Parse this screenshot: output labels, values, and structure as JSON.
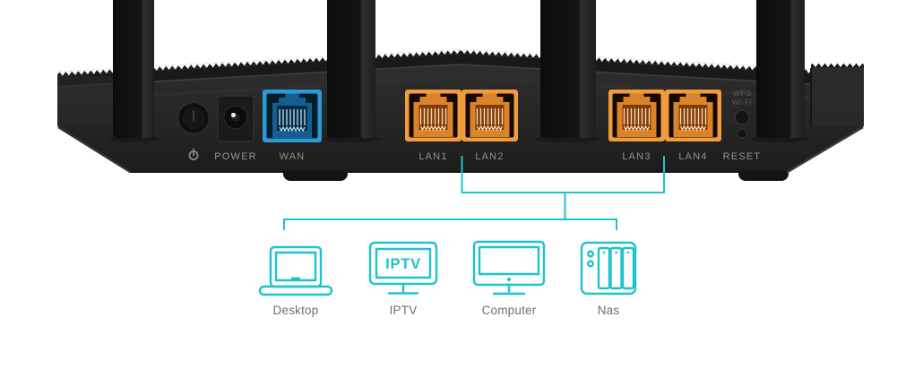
{
  "colors": {
    "teal": "#1EC3CC",
    "wan_blue": "#2B9BD8",
    "lan_orange": "#F09C3C",
    "label": "#929292",
    "caption": "#6F6F6F",
    "body": "#272727"
  },
  "router": {
    "power_switch_icon": "power-icon",
    "labels": {
      "power": "POWER",
      "wan": "WAN",
      "lan1": "LAN1",
      "lan2": "LAN2",
      "lan3": "LAN3",
      "lan4": "LAN4",
      "wps": "WPS",
      "wifi": "Wi-Fi",
      "reset": "RESET"
    }
  },
  "devices": [
    {
      "label": "Desktop",
      "icon": "laptop-icon"
    },
    {
      "label": "IPTV",
      "icon": "tv-icon",
      "screen_text": "IPTV"
    },
    {
      "label": "Computer",
      "icon": "monitor-icon"
    },
    {
      "label": "Nas",
      "icon": "nas-icon"
    }
  ]
}
